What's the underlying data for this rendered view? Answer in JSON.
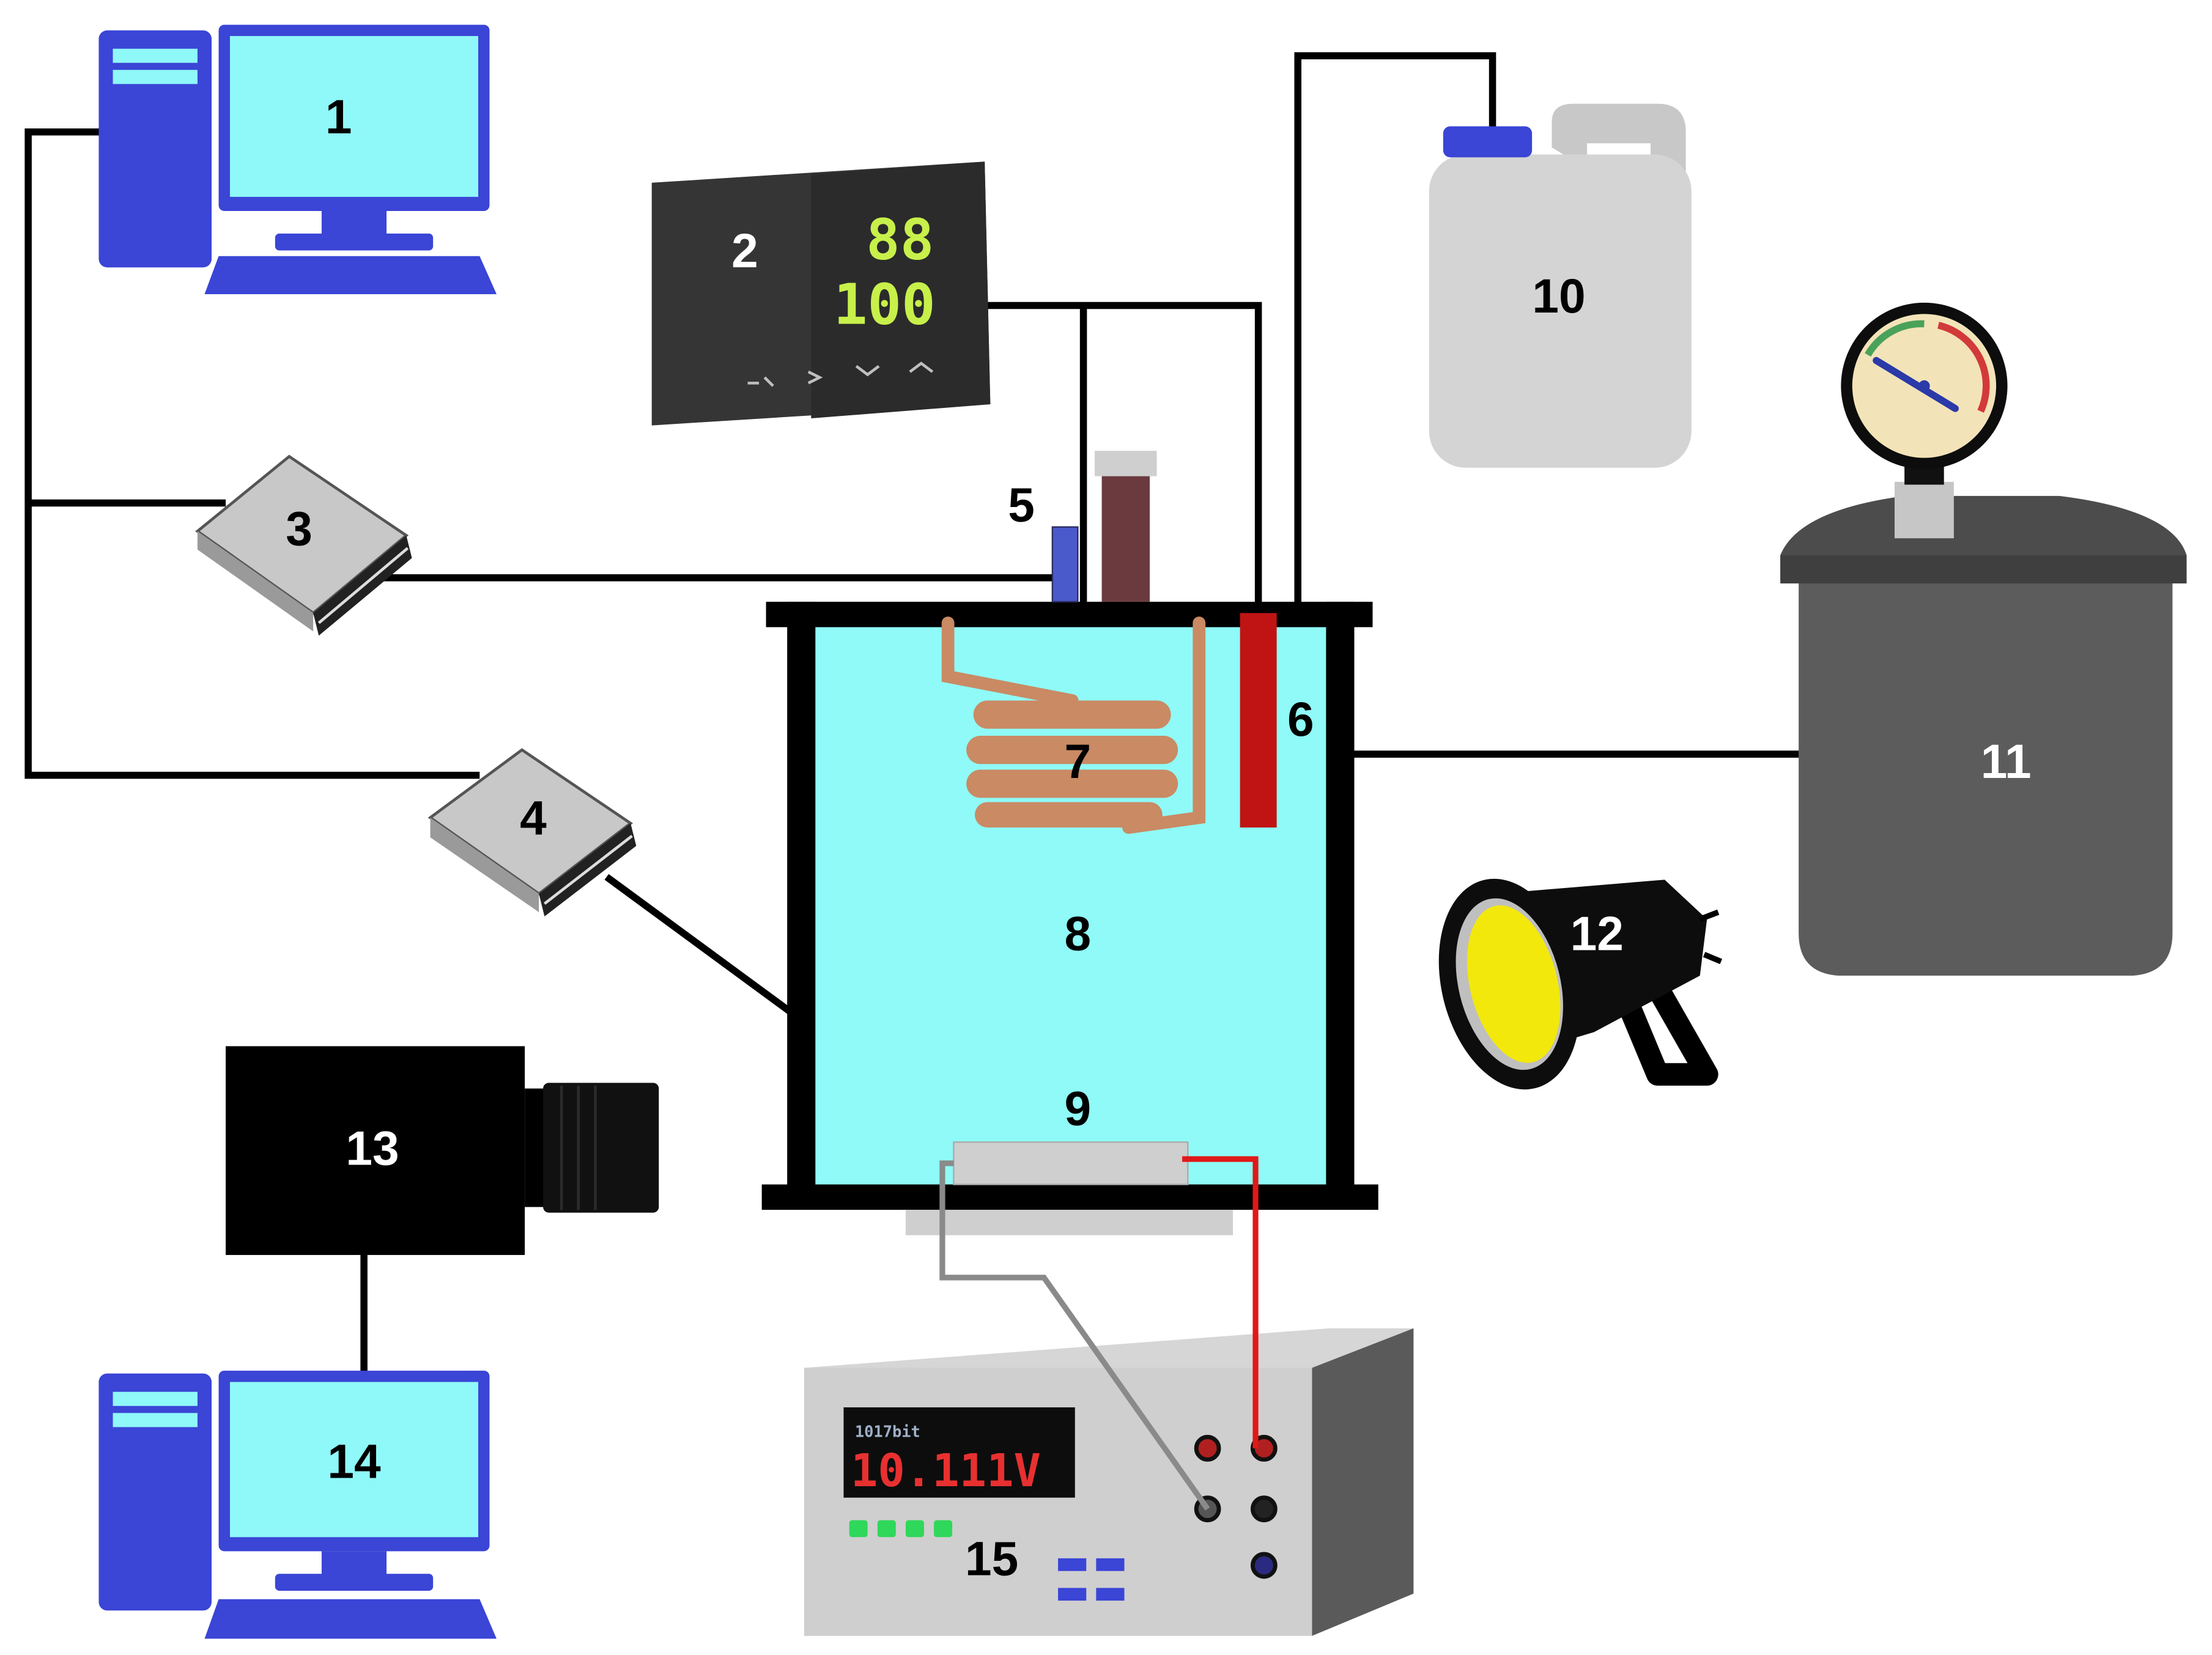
{
  "labels": {
    "computer_1": "1",
    "temperature_controller": "2",
    "daq_module_3": "3",
    "daq_module_4": "4",
    "sensor_5": "5",
    "heater_6": "6",
    "cooling_coil": "7",
    "tank": "8",
    "test_section": "9",
    "water_container": "10",
    "pressure_vessel": "11",
    "lamp": "12",
    "camera": "13",
    "computer_14": "14",
    "power_supply": "15"
  },
  "controller_display": {
    "line1": "88",
    "line2": "100"
  },
  "power_supply_display": {
    "small": "1017bit",
    "reading": "10.111V"
  },
  "colors": {
    "monitor_screen": "#8ff8f8",
    "computer_blue": "#3b45d6",
    "tank_water": "#8ffaf7",
    "coil_copper": "#c98a64",
    "heater_red": "#c01414",
    "wire_black": "#000000",
    "wire_red": "#e01818",
    "wire_gray": "#8a8a8a",
    "display_green": "#c8f04a",
    "display_red": "#e83030",
    "vessel_gray": "#5c5c5c",
    "lamp_yellow": "#f2e80c"
  }
}
